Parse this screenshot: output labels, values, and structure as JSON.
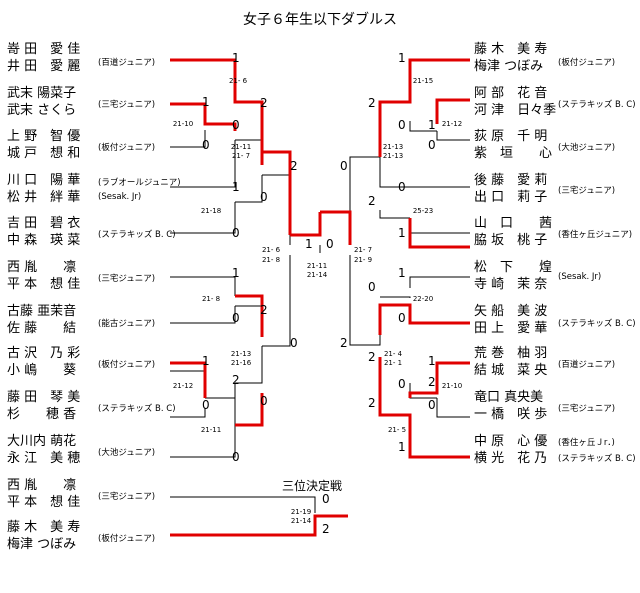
{
  "title": "女子６年生以下ダブルス",
  "third_place_title": "三位決定戦",
  "left_teams": [
    {
      "p1": "嵜 田　愛 佳",
      "p2": "井 田　愛 麗",
      "club": "(百道ジュニア)"
    },
    {
      "p1": "武末 陽菜子",
      "p2": "武末 さくら",
      "club": "(三宅ジュニア)"
    },
    {
      "p1": "上 野　智 優",
      "p2": "城 戸　想 和",
      "club": "(板付ジュニア)"
    },
    {
      "p1": "川 口　陽 華",
      "p2": "松 井　絆 華",
      "club": "(ラブオールジュニア)",
      "club2": "(Sesak. Jr)"
    },
    {
      "p1": "吉 田　碧 衣",
      "p2": "中 森　瑛 菜",
      "club": "(ステラキッズ B. C)"
    },
    {
      "p1": "西 胤　　凛",
      "p2": "平 本　想 佳",
      "club": "(三宅ジュニア)"
    },
    {
      "p1": "古藤 亜茉音",
      "p2": "佐 藤　　結",
      "club": "(能古ジュニア)"
    },
    {
      "p1": "古 沢　乃 彩",
      "p2": "小 嶋　　葵",
      "club": "(板付ジュニア)"
    },
    {
      "p1": "藤 田　琴 美",
      "p2": "杉　　穂 香",
      "club": "(ステラキッズ B. C)"
    },
    {
      "p1": "大川内 萌花",
      "p2": "永 江　美 穂",
      "club": "(大池ジュニア)"
    }
  ],
  "right_teams": [
    {
      "p1": "藤 木　美 寿",
      "p2": "梅津 つぼみ",
      "club": "(板付ジュニア)"
    },
    {
      "p1": "阿 部　花 音",
      "p2": "河 津　日々季",
      "club": "(ステラキッズ B. C)"
    },
    {
      "p1": "荻 原　千 明",
      "p2": "紫　垣　　心",
      "club": "(大池ジュニア)"
    },
    {
      "p1": "後 藤　愛 莉",
      "p2": "出 口　莉 子",
      "club": "(三宅ジュニア)"
    },
    {
      "p1": "山　口　　茜",
      "p2": "脇 坂　桃 子",
      "club": "(香住ヶ丘ジュニア)"
    },
    {
      "p1": "松　下　　煌",
      "p2": "寺 崎　茉 奈",
      "club": "(Sesak. Jr)"
    },
    {
      "p1": "矢 船　美 波",
      "p2": "田 上　愛 華",
      "club": "(ステラキッズ B. C)"
    },
    {
      "p1": "荒 巻　柚 羽",
      "p2": "結 城　菜 央",
      "club": "(百道ジュニア)"
    },
    {
      "p1": "竜口 真央美",
      "p2": "一 橋　咲 歩",
      "club": "(三宅ジュニア)"
    },
    {
      "p1": "中 原　心 優",
      "p2": "横 光　花 乃",
      "club": "(香住ヶ丘Ｊr．)",
      "club2": "(ステラキッズ B. C)"
    }
  ],
  "third_place_teams": [
    {
      "p1": "西 胤　　凛",
      "p2": "平 本　想 佳",
      "club": "(三宅ジュニア)"
    },
    {
      "p1": "藤 木　美 寿",
      "p2": "梅津 つぼみ",
      "club": "(板付ジュニア)"
    }
  ],
  "game_numbers": [
    "1",
    "0",
    "1",
    "0",
    "2",
    "0",
    "2",
    "0",
    "1",
    "0",
    "1",
    "0",
    "2",
    "0",
    "1",
    "0",
    "2",
    "0",
    "1",
    "0",
    "1",
    "0",
    "0",
    "1",
    "0",
    "0",
    "2",
    "1",
    "1",
    "2",
    "0",
    "2",
    "0",
    "2",
    "1",
    "0",
    "2",
    "0",
    "2",
    "1",
    "0",
    "1",
    "0",
    "2"
  ],
  "scores": {
    "l1": "21- 6",
    "l2": "21-10",
    "l3": "21-11",
    "l4": "21- 7",
    "l5": "21-18",
    "l6": "21- 6",
    "l7": "21- 8",
    "l8": "21- 8",
    "l9": "21-13",
    "l10": "21-16",
    "l11": "21-12",
    "l12": "21-11",
    "f1": "21-11",
    "f2": "21-14",
    "r1": "21-15",
    "r2": "21-13",
    "r3": "21-13",
    "r4": "21-12",
    "r5": "25-23",
    "r6": "21- 7",
    "r7": "21- 9",
    "r8": "22-20",
    "r9": "21- 4",
    "r10": "21- 1",
    "r11": "21-10",
    "r12": "21- 5",
    "t1": "21-19",
    "t2": "21-14"
  }
}
